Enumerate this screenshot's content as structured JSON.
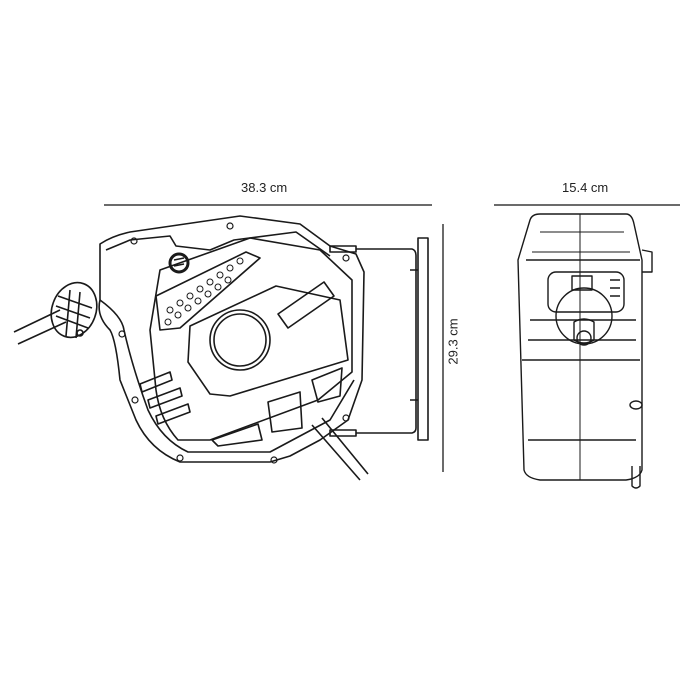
{
  "dimensions": {
    "width": {
      "label": "38.3 cm"
    },
    "depth": {
      "label": "15.4 cm"
    },
    "height": {
      "label": "29.3 cm"
    }
  },
  "views": {
    "side": {
      "name": "side-view"
    },
    "front": {
      "name": "front-view"
    }
  },
  "colors": {
    "stroke": "#1a1a1a",
    "dimension_line": "#6b6b6b"
  }
}
